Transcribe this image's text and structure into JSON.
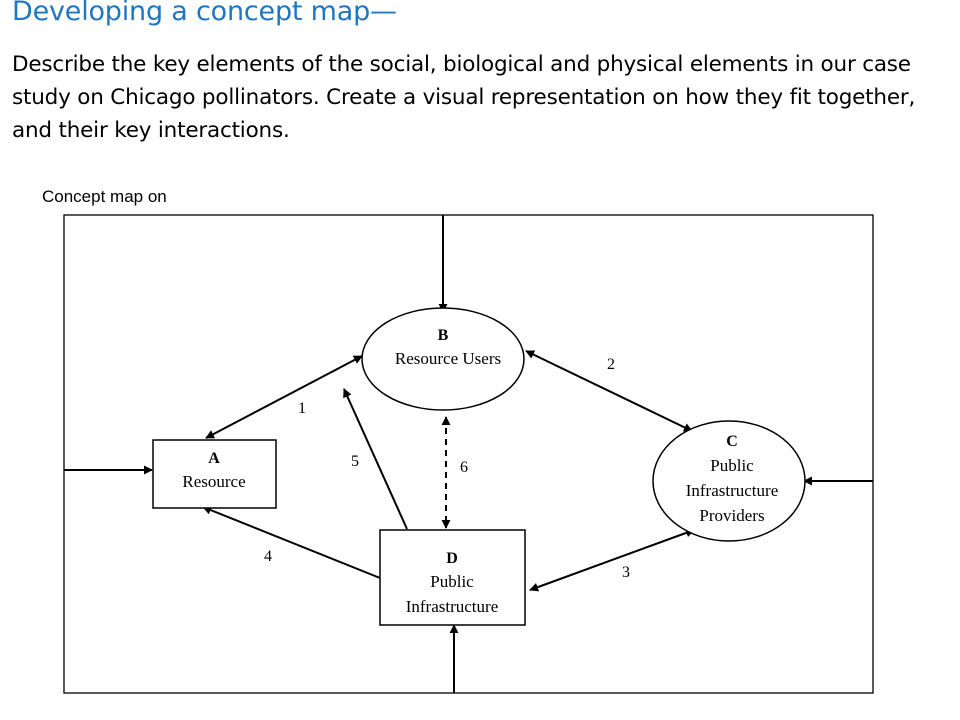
{
  "slide": {
    "title": "Developing a concept map—",
    "instructions": "Describe the key elements of the social, biological and physical elements in our case study on Chicago pollinators. Create a visual representation on how they fit together, and their key interactions.",
    "caption": "Concept map on"
  },
  "diagram": {
    "nodes": {
      "a": {
        "letter": "A",
        "line1": "Resource"
      },
      "b": {
        "letter": "B",
        "line1": "Resource Users"
      },
      "c": {
        "letter": "C",
        "line1": "Public",
        "line2": "Infrastructure",
        "line3": "Providers"
      },
      "d": {
        "letter": "D",
        "line1": "Public",
        "line2": "Infrastructure"
      }
    },
    "edges": {
      "e1": "1",
      "e2": "2",
      "e3": "3",
      "e4": "4",
      "e5": "5",
      "e6": "6"
    }
  }
}
